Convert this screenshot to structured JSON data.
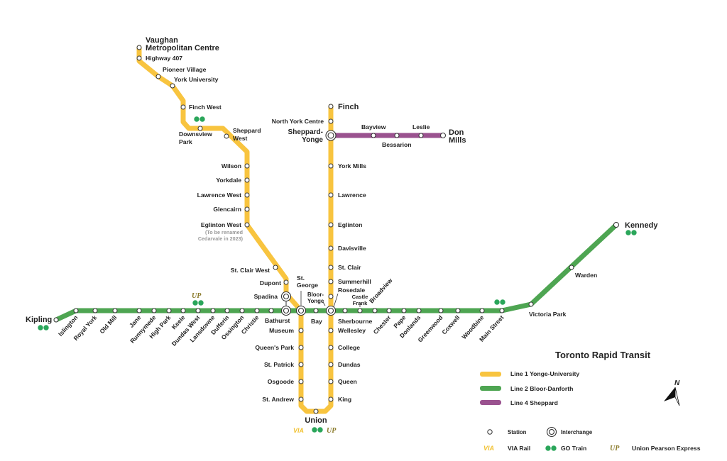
{
  "title": "Toronto Rapid Transit",
  "colors": {
    "line1": "#f8c43f",
    "line2": "#4ea552",
    "line4": "#9a528f",
    "go": "#2aa65a",
    "via": "#f1c233",
    "up": "#8a7a2a"
  },
  "legend": {
    "line1": "Line 1 Yonge-University",
    "line2": "Line 2 Bloor-Danforth",
    "line4": "Line 4 Sheppard",
    "station": "Station",
    "interchange": "Interchange",
    "via_rail": "VIA Rail",
    "go_train": "GO Train",
    "up_express": "Union Pearson Express"
  },
  "marks": {
    "go": "GO",
    "up": "UP",
    "via": "VIA"
  },
  "compass": "N",
  "note_eglinton_west": [
    "(To be renamed",
    "Cedarvale in 2023)"
  ],
  "line1_stations": [
    [
      "Vaughan",
      "Metropolitan Centre"
    ],
    "Highway 407",
    "Pioneer Village",
    "York University",
    "Finch West",
    [
      "Downsview",
      "Park"
    ],
    [
      "Sheppard",
      "West"
    ],
    "Wilson",
    "Yorkdale",
    "Lawrence West",
    "Glencairn",
    "Eglinton West",
    "St. Clair West",
    "Dupont",
    "Spadina",
    [
      "St.",
      "George"
    ],
    "Museum",
    "Queen's Park",
    "St. Patrick",
    "Osgoode",
    "St. Andrew",
    "Union",
    "King",
    "Queen",
    "Dundas",
    "College",
    "Wellesley",
    [
      "Bloor-",
      "Yonge"
    ],
    "Rosedale",
    "Summerhill",
    "St. Clair",
    "Davisville",
    "Eglinton",
    "Lawrence",
    "York Mills",
    [
      "Sheppard-",
      "Yonge"
    ],
    "North York Centre",
    "Finch"
  ],
  "line2_stations": [
    "Kipling",
    "Islington",
    "Royal York",
    "Old Mill",
    "Jane",
    "Runnymede",
    "High Park",
    "Keele",
    "Dundas West",
    "Lansdowne",
    "Dufferin",
    "Ossington",
    "Christie",
    "Bathurst",
    "Bay",
    "Sherbourne",
    [
      "Castle",
      "Frank"
    ],
    "Broadview",
    "Chester",
    "Pape",
    "Donlands",
    "Greenwood",
    "Coxwell",
    "Woodbine",
    "Main Street",
    "Victoria Park",
    "Warden",
    "Kennedy"
  ],
  "line4_stations": [
    "Bayview",
    "Bessarion",
    "Leslie",
    [
      "Don",
      "Mills"
    ]
  ]
}
